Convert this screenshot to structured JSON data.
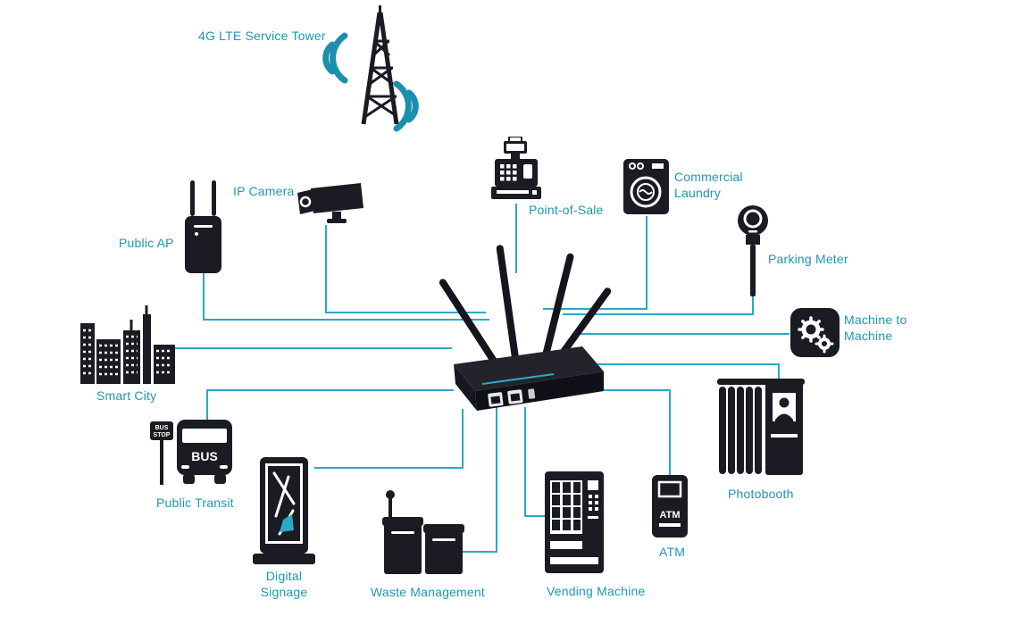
{
  "colors": {
    "line": "#2aa9c6",
    "arc": "#1d8fae",
    "label": "#1e96b2",
    "icon": "#1b1b24",
    "background": "#ffffff"
  },
  "nodes": {
    "tower": {
      "label": "4G LTE Service Tower"
    },
    "ip_camera": {
      "label": "IP Camera"
    },
    "public_ap": {
      "label": "Public AP"
    },
    "smart_city": {
      "label": "Smart City"
    },
    "public_transit": {
      "label": "Public Transit"
    },
    "digital_signage": {
      "label_line1": "Digital",
      "label_line2": "Signage"
    },
    "waste_management": {
      "label": "Waste Management"
    },
    "vending_machine": {
      "label": "Vending Machine"
    },
    "atm": {
      "label": "ATM",
      "icon_text": "ATM"
    },
    "photobooth": {
      "label": "Photobooth"
    },
    "machine_to_machine": {
      "label_line1": "Machine to",
      "label_line2": "Machine"
    },
    "parking_meter": {
      "label": "Parking Meter"
    },
    "commercial_laundry": {
      "label_line1": "Commercial",
      "label_line2": "Laundry"
    },
    "point_of_sale": {
      "label": "Point-of-Sale"
    },
    "bus_sign": {
      "line1": "BUS",
      "line2": "STOP"
    },
    "bus_front": {
      "text": "BUS"
    }
  }
}
